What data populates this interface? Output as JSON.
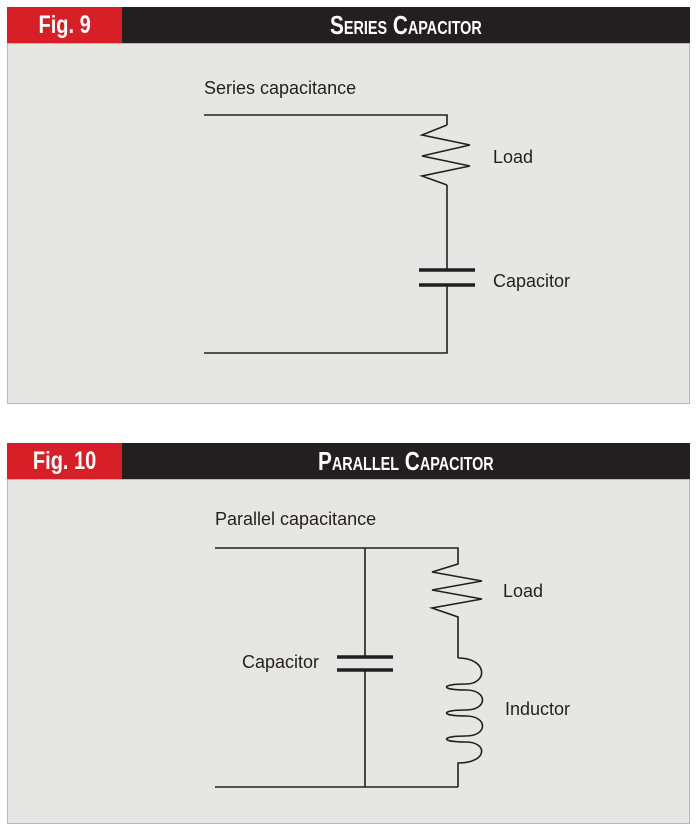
{
  "fig9": {
    "number": "Fig. 9",
    "title": "Series Capacitor",
    "caption": "Series capacitance",
    "load_label": "Load",
    "capacitor_label": "Capacitor"
  },
  "fig10": {
    "number": "Fig. 10",
    "title": "Parallel Capacitor",
    "caption": "Parallel capacitance",
    "load_label": "Load",
    "capacitor_label": "Capacitor",
    "inductor_label": "Inductor"
  },
  "colors": {
    "accent": "#d71f27",
    "header": "#231f20",
    "panel": "#e6e7e5"
  }
}
